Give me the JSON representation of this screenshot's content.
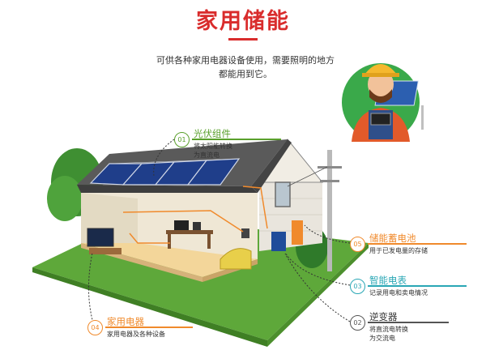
{
  "header": {
    "title": "家用储能",
    "intro_line1": "可供各种家用电器设备使用，需要照明的地方",
    "intro_line2": "都能用到它。"
  },
  "callouts": [
    {
      "num": "01",
      "title": "光伏组件",
      "desc1": "将太阳能转换",
      "desc2": "为直流电",
      "color": "#5aa02c"
    },
    {
      "num": "05",
      "title": "储能蓄电池",
      "desc1": "用于已发电量的存储",
      "desc2": "",
      "color": "#f08a2c"
    },
    {
      "num": "03",
      "title": "智能电表",
      "desc1": "记录用电和卖电情况",
      "desc2": "",
      "color": "#2aa7b5"
    },
    {
      "num": "02",
      "title": "逆变器",
      "desc1": "将直流电转换",
      "desc2": "为交流电",
      "color": "#555555"
    },
    {
      "num": "04",
      "title": "家用电器",
      "desc1": "家用电器及各种设备",
      "desc2": "",
      "color": "#f08a2c"
    }
  ],
  "colors": {
    "accent": "#d92c2c",
    "grass": "#5ea83a",
    "roof": "#5a5a5a",
    "panel": "#1f3e8a",
    "wall": "#efe7d5"
  }
}
